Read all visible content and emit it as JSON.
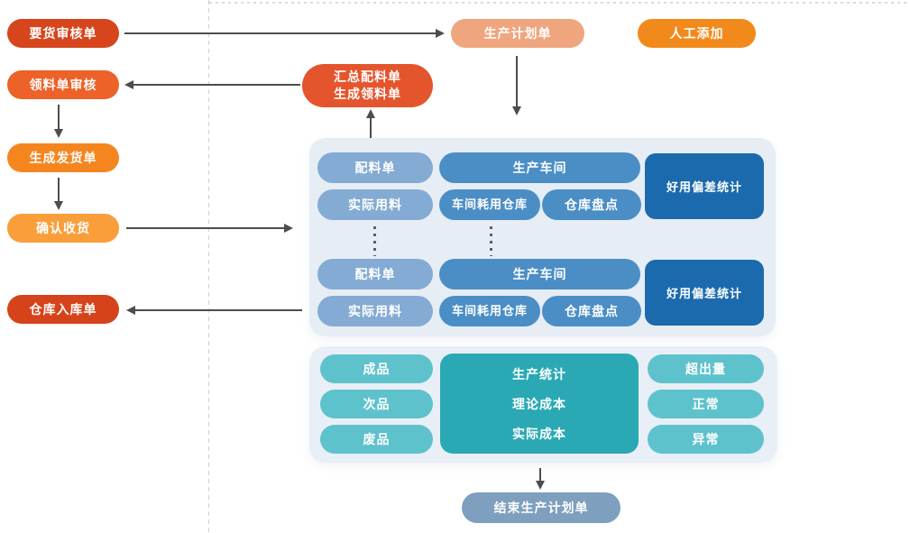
{
  "palette": {
    "demand_review": "#d6451c",
    "picking_review": "#ec6229",
    "create_delivery": "#f5861f",
    "confirm_receipt": "#f99e3a",
    "warehouse_in": "#d6431a",
    "production_plan": "#efa57d",
    "manual_add": "#f28a1b",
    "summary_pill": "#e5552d",
    "light_blue_pill": "#84abd3",
    "mid_blue_pill": "#4b8ec6",
    "dark_blue_box": "#1c6aae",
    "panel_bg": "#e7edf5",
    "teal_pill": "#5ec2cd",
    "teal_box": "#2aa9b5",
    "end_pill": "#7e9fbe",
    "arrow": "#4d4d4d"
  },
  "left_flow": {
    "items": [
      {
        "label": "要货审核单"
      },
      {
        "label": "领料单审核"
      },
      {
        "label": "生成发货单"
      },
      {
        "label": "确认收货"
      },
      {
        "label": "仓库入库单"
      }
    ]
  },
  "top_flow": {
    "production_plan": "生产计划单",
    "manual_add": "人工添加",
    "summary_line1": "汇总配料单",
    "summary_line2": "生成领料单"
  },
  "process_panel": {
    "groups": [
      {
        "pills": [
          {
            "label": "配料单"
          },
          {
            "label": "生产车间"
          },
          {
            "label": "实际用料"
          },
          {
            "label": "车间耗用仓库"
          },
          {
            "label": "仓库盘点"
          },
          {
            "label": "好用偏差统计"
          }
        ]
      },
      {
        "pills": [
          {
            "label": "配料单"
          },
          {
            "label": "生产车间"
          },
          {
            "label": "实际用料"
          },
          {
            "label": "车间耗用仓库"
          },
          {
            "label": "仓库盘点"
          },
          {
            "label": "好用偏差统计"
          }
        ]
      }
    ]
  },
  "stats_panel": {
    "left_pills": [
      {
        "label": "成品"
      },
      {
        "label": "次品"
      },
      {
        "label": "废品"
      }
    ],
    "center_box": {
      "lines": [
        {
          "text": "生产统计"
        },
        {
          "text": "理论成本"
        },
        {
          "text": "实际成本"
        }
      ]
    },
    "right_pills": [
      {
        "label": "超出量"
      },
      {
        "label": "正常"
      },
      {
        "label": "异常"
      }
    ]
  },
  "end_node": {
    "label": "结束生产计划单"
  }
}
